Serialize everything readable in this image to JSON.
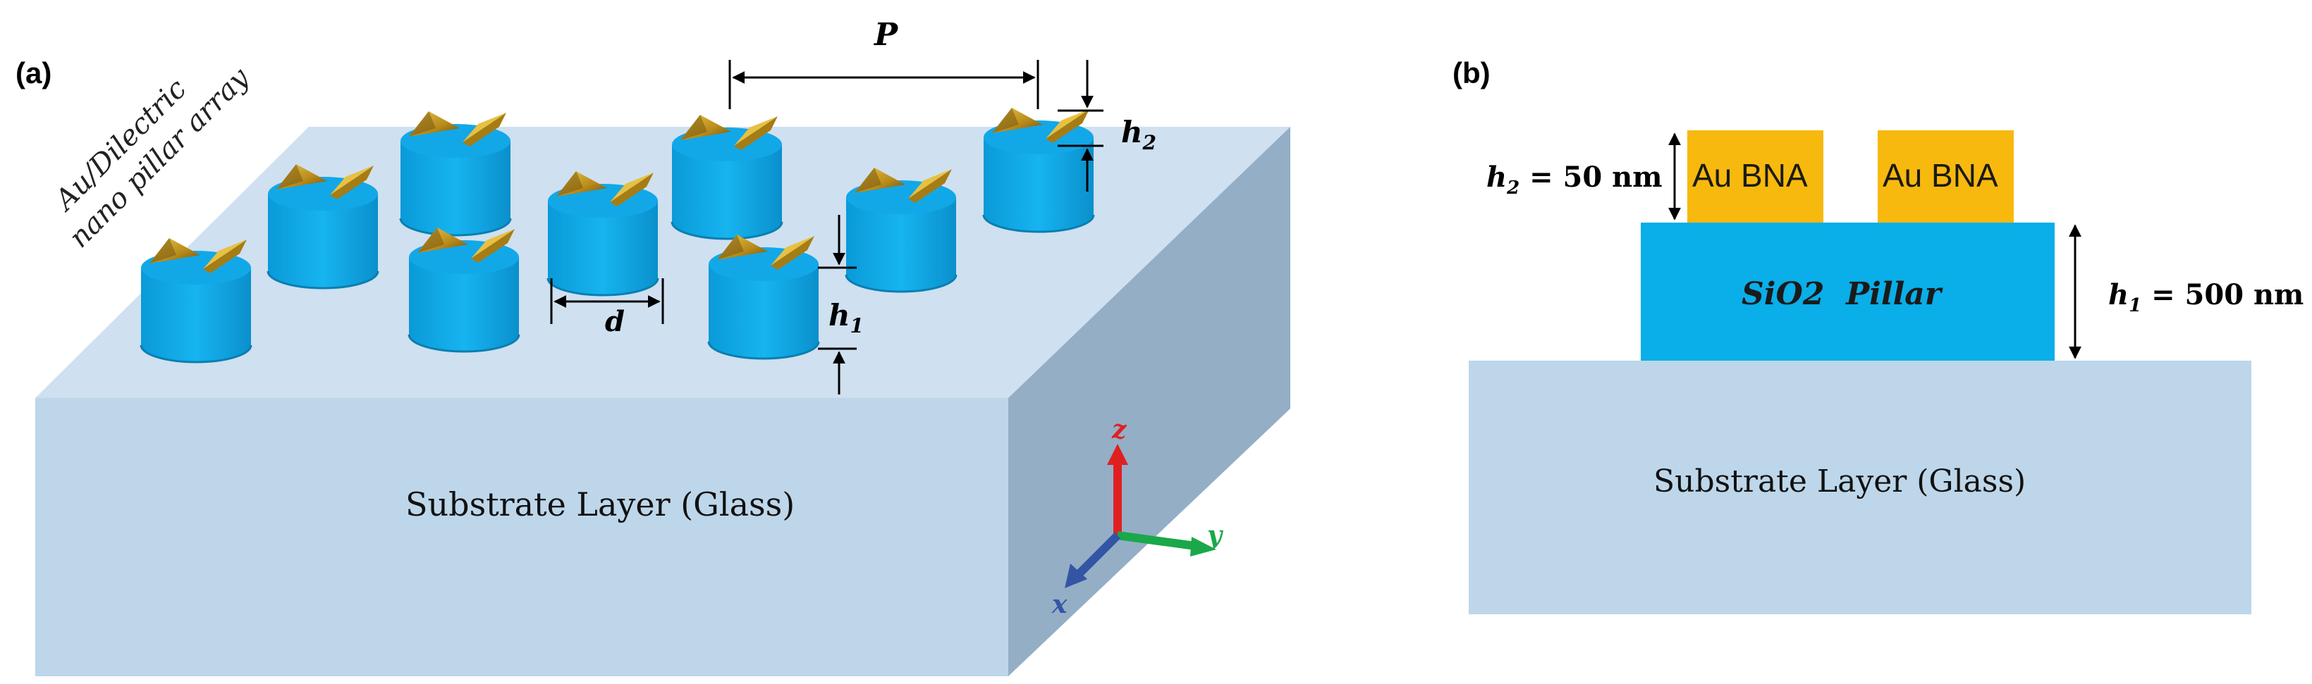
{
  "panels": {
    "a": {
      "label": "(a)",
      "substrate_label": "Substrate Layer (Glass)",
      "array_label_line1": "Au/Dilectric",
      "array_label_line2": "nano pillar array",
      "dim_period": "P",
      "dim_diameter": "d",
      "dim_h1": "h",
      "dim_h1_sub": "1",
      "dim_h2": "h",
      "dim_h2_sub": "2",
      "axes": {
        "z": "z",
        "y": "y",
        "x": "x"
      }
    },
    "b": {
      "label": "(b)",
      "bna_left": "Au BNA",
      "bna_right": "Au BNA",
      "pillar_label": "SiO2  Pillar",
      "substrate_label": "Substrate Layer (Glass)",
      "h2_eq": "h",
      "h2_sub": "2",
      "h2_value": " = 50 nm",
      "h1_eq": "h",
      "h1_sub": "1",
      "h1_value": " = 500 nm"
    }
  },
  "colors": {
    "substrate_top": "#cfe0f0",
    "substrate_front": "#bdd6ea",
    "substrate_side": "#94aec6",
    "pillar": "#0aaee8",
    "pillar_shadow": "#0990c4",
    "gold": "#f7b90d",
    "gold_dark": "#8c6a12",
    "axis_z": "#e02020",
    "axis_y": "#1aa84a",
    "axis_x": "#3455a4"
  }
}
